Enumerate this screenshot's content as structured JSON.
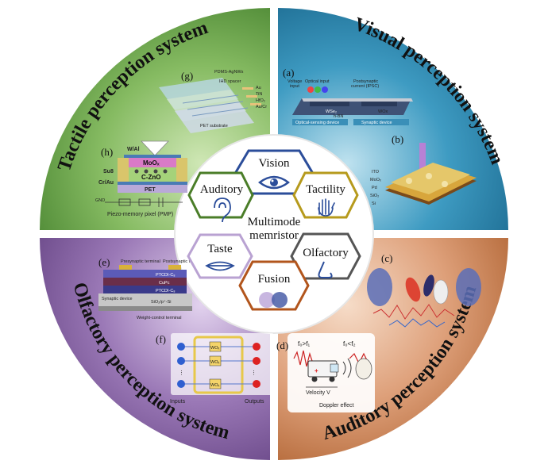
{
  "center": {
    "line1": "Multimode",
    "line2": "memristor"
  },
  "hexagons": {
    "vision": "Vision",
    "tactility": "Tactility",
    "olfactory": "Olfactory",
    "fusion": "Fusion",
    "taste": "Taste",
    "auditory": "Auditory"
  },
  "quadrants": {
    "tactile": "Tactile perception system",
    "visual": "Visual perception system",
    "olfactory": "Olfactory perception system",
    "auditory": "Auditory perception system"
  },
  "panels": {
    "a": {
      "label": "(a)",
      "voltage": "Voltage",
      "input": "input",
      "optical": "Optical input",
      "postsyn": "Postsynaptic",
      "current": "current (IPSC)",
      "wse2": "WSe₂",
      "hbn": "h-BN",
      "wox": "WOx",
      "optical_device": "Optical-sensing device",
      "synaptic_device": "Synaptic device"
    },
    "b": {
      "label": "(b)",
      "ito": "ITO",
      "moo": "MoOₓ",
      "pd": "Pd",
      "sio2": "SiO₂",
      "si": "Si"
    },
    "c": {
      "label": "(c)"
    },
    "d": {
      "label": "(d)",
      "f1": "f₀>f₁",
      "f2": "f₀<f₂",
      "velocity": "Velocity V",
      "doppler": "Doppler effect"
    },
    "e": {
      "label": "(e)",
      "presyn": "Presynaptic terminal",
      "postsyn": "Postsynaptic terminal",
      "l1": "PTCDI-C₈",
      "l2": "CuPc",
      "l3": "PTCDI-C₈",
      "syn": "Synaptic device",
      "sub": "SiO₂/p⁺-Si",
      "wct": "Weight-control terminal"
    },
    "f": {
      "label": "(f)",
      "wo": "WOₓ",
      "inputs": "Inputs",
      "outputs": "Outputs"
    },
    "g": {
      "label": "(g)",
      "top": "PDMS-AgNWs",
      "spacer": "IHD spacer",
      "au": "Au",
      "tin": "TiN",
      "hfo": "HfO₂",
      "aucr": "Au/Cr",
      "pet": "PET substrate"
    },
    "h": {
      "label": "(h)",
      "wal": "W/Al",
      "moo": "MoOₓ",
      "su8": "Su8",
      "czno": "C-ZnO",
      "crau": "Cr/Au",
      "pet": "PET",
      "pixel": "Piezo-memory pixel (PMP)"
    }
  },
  "colors": {
    "tactile": "#7cb05a",
    "visual": "#3b93b8",
    "olfactory": "#8d6aa7",
    "auditory": "#d49468",
    "hex_vision": "#2b4d9a",
    "hex_tactility": "#b69a1c",
    "hex_olfactory": "#555555",
    "hex_fusion": "#b2551c",
    "hex_taste": "#b9a2d2",
    "hex_auditory": "#4a7d28"
  }
}
